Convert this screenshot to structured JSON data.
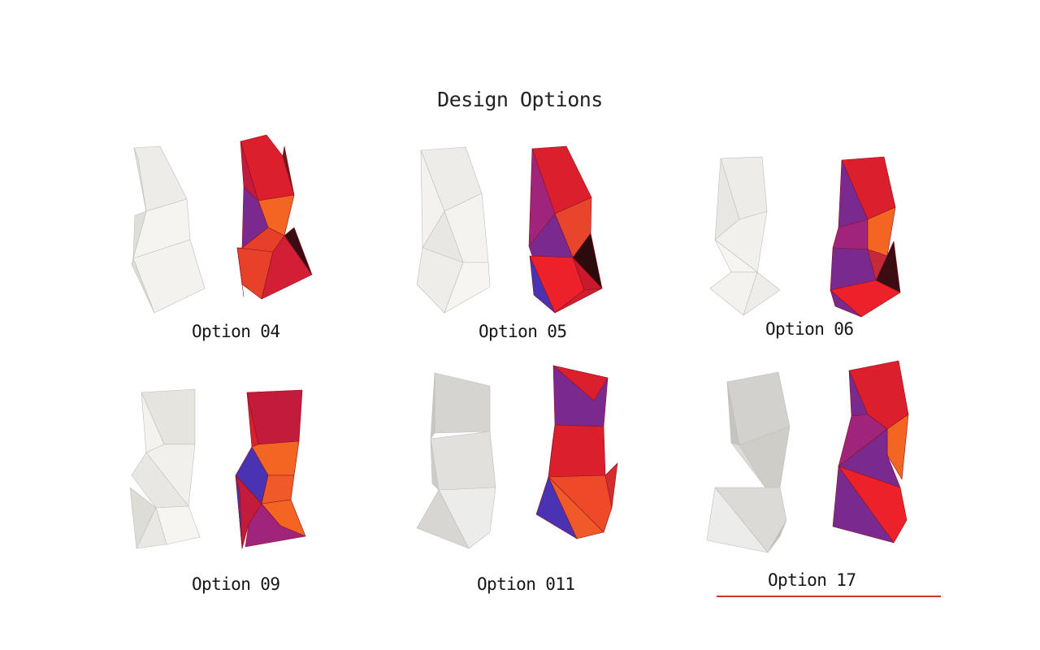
{
  "page": {
    "title": "Design Options"
  },
  "options": [
    {
      "label": "Option 04"
    },
    {
      "label": "Option 05"
    },
    {
      "label": "Option 06"
    },
    {
      "label": "Option 09"
    },
    {
      "label": "Option 011"
    },
    {
      "label": "Option 17",
      "selected": true
    }
  ],
  "colors": {
    "accent": "#d8302c",
    "white_model": "#f2f0ec",
    "red": "#dc1f2c",
    "crimson": "#c21b3c",
    "orange": "#f36522",
    "purple": "#7a2a8f",
    "blue": "#4a33b3"
  }
}
